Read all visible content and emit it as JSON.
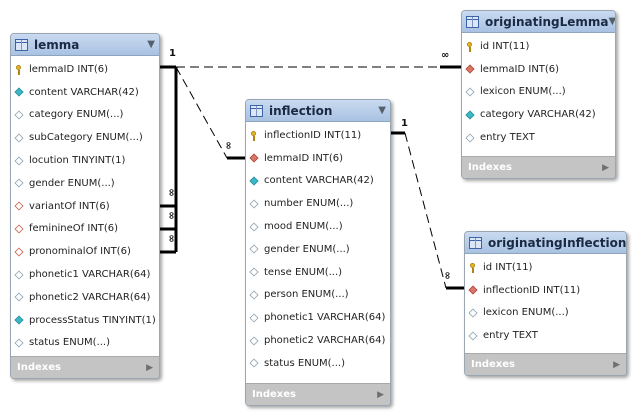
{
  "tables": {
    "lemma": {
      "name": "lemma",
      "columns": [
        {
          "icon": "key",
          "text": "lemmaID INT(6)"
        },
        {
          "icon": "notnull",
          "text": "content VARCHAR(42)"
        },
        {
          "icon": "nullable",
          "text": "category ENUM(...)"
        },
        {
          "icon": "nullable",
          "text": "subCategory ENUM(...)"
        },
        {
          "icon": "nullable",
          "text": "locution TINYINT(1)"
        },
        {
          "icon": "nullable",
          "text": "gender ENUM(...)"
        },
        {
          "icon": "fk",
          "text": "variantOf INT(6)"
        },
        {
          "icon": "fk",
          "text": "feminineOf INT(6)"
        },
        {
          "icon": "fk",
          "text": "pronominalOf INT(6)"
        },
        {
          "icon": "nullable",
          "text": "phonetic1 VARCHAR(64)"
        },
        {
          "icon": "nullable",
          "text": "phonetic2 VARCHAR(64)"
        },
        {
          "icon": "notnull",
          "text": "processStatus TINYINT(1)"
        },
        {
          "icon": "nullable",
          "text": "status ENUM(...)"
        }
      ],
      "indexes_label": "Indexes"
    },
    "inflection": {
      "name": "inflection",
      "columns": [
        {
          "icon": "key",
          "text": "inflectionID INT(11)"
        },
        {
          "icon": "fkfill",
          "text": "lemmaID INT(6)"
        },
        {
          "icon": "notnull",
          "text": "content VARCHAR(42)"
        },
        {
          "icon": "nullable",
          "text": "number ENUM(...)"
        },
        {
          "icon": "nullable",
          "text": "mood ENUM(...)"
        },
        {
          "icon": "nullable",
          "text": "gender ENUM(...)"
        },
        {
          "icon": "nullable",
          "text": "tense ENUM(...)"
        },
        {
          "icon": "nullable",
          "text": "person ENUM(...)"
        },
        {
          "icon": "nullable",
          "text": "phonetic1 VARCHAR(64)"
        },
        {
          "icon": "nullable",
          "text": "phonetic2 VARCHAR(64)"
        },
        {
          "icon": "nullable",
          "text": "status ENUM(...)"
        }
      ],
      "indexes_label": "Indexes"
    },
    "originatingLemma": {
      "name": "originatingLemma",
      "columns": [
        {
          "icon": "key",
          "text": "id INT(11)"
        },
        {
          "icon": "fkfill",
          "text": "lemmaID INT(6)"
        },
        {
          "icon": "nullable",
          "text": "lexicon ENUM(...)"
        },
        {
          "icon": "notnull",
          "text": "category VARCHAR(42)"
        },
        {
          "icon": "nullable",
          "text": "entry TEXT"
        }
      ],
      "indexes_label": "Indexes"
    },
    "originatingInflection": {
      "name": "originatingInflection",
      "columns": [
        {
          "icon": "key",
          "text": "id INT(11)"
        },
        {
          "icon": "fkfill",
          "text": "inflectionID INT(11)"
        },
        {
          "icon": "nullable",
          "text": "lexicon ENUM(...)"
        },
        {
          "icon": "nullable",
          "text": "entry TEXT"
        }
      ],
      "indexes_label": "Indexes"
    }
  },
  "cardinalities": {
    "one": "1",
    "many": "∞"
  },
  "colors": {
    "header_gradient_top": "#c9daf0",
    "header_gradient_bottom": "#a9c2e2",
    "indexes_bar": "#c4c4c4",
    "relationship_line": "#000000"
  }
}
